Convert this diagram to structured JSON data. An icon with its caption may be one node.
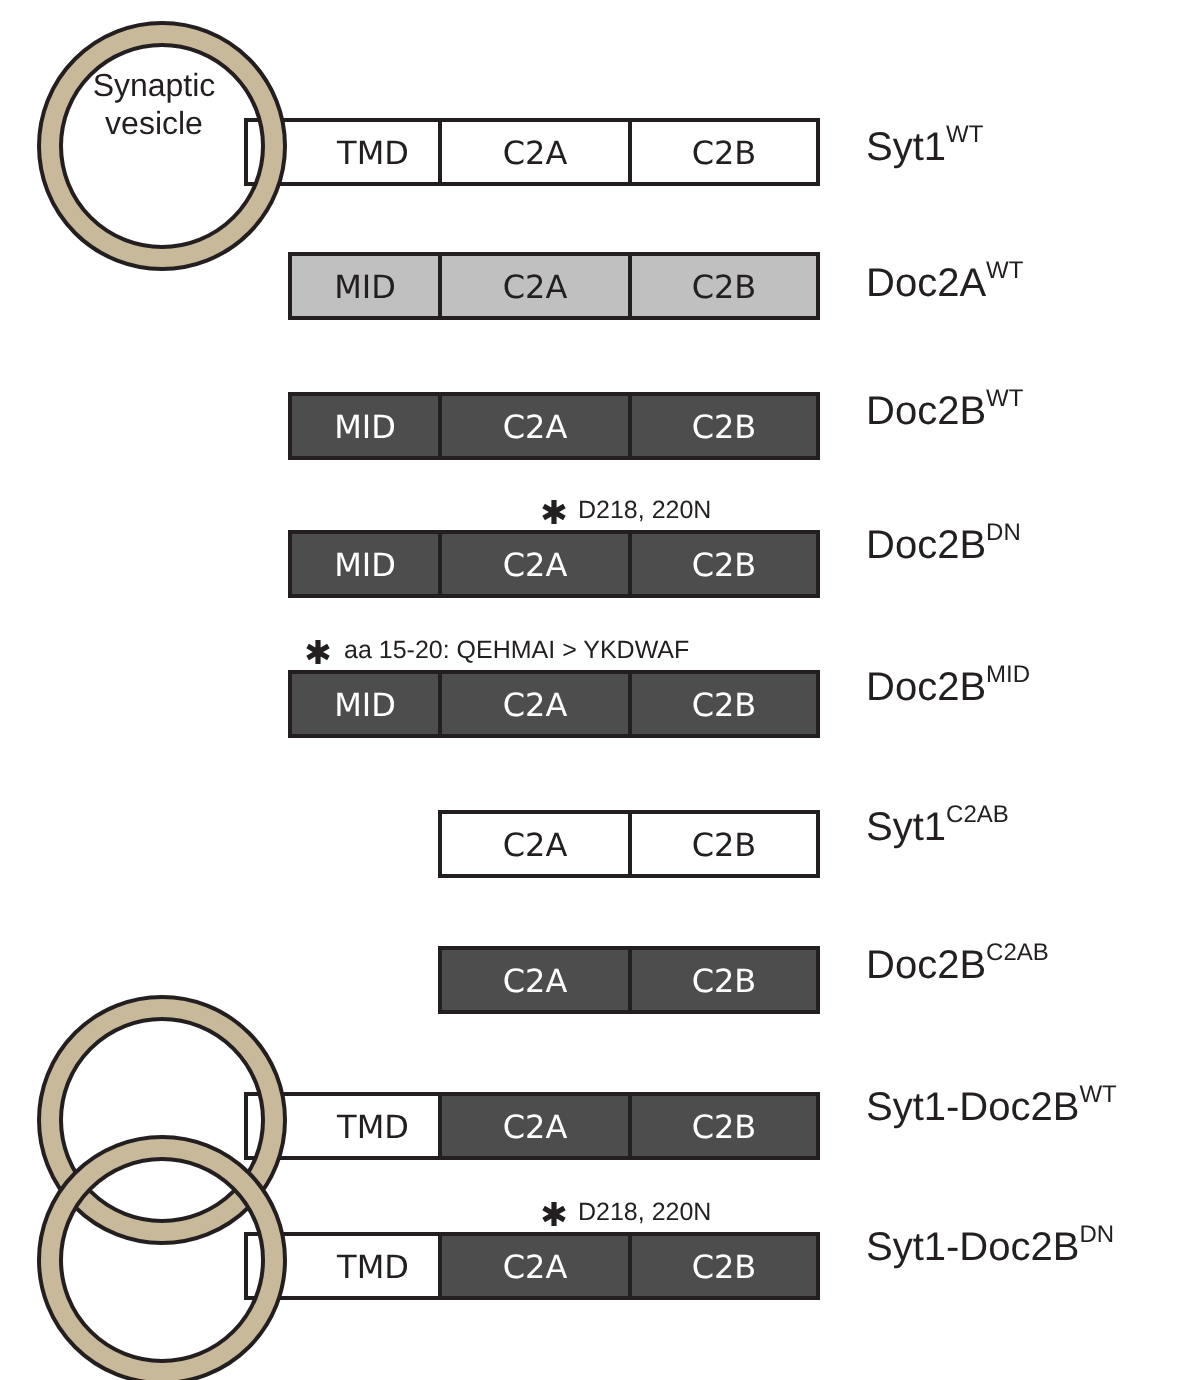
{
  "diagram": {
    "nodes": [
      {
        "text": [
          "Synaptic vesicle"
        ]
      },
      {
        "text": [
          "TMD"
        ]
      },
      {
        "text": [
          "C2A"
        ]
      },
      {
        "text": [
          "C2B"
        ]
      },
      {
        "text": [
          "MID"
        ]
      },
      {
        "text": [
          "C2A"
        ]
      },
      {
        "text": [
          "C2B"
        ]
      },
      {
        "text": [
          "MID"
        ]
      },
      {
        "text": [
          "C2A"
        ]
      },
      {
        "text": [
          "C2B"
        ]
      },
      {
        "text": [
          "MID"
        ]
      },
      {
        "text": [
          "C2A"
        ]
      },
      {
        "text": [
          "C2B"
        ]
      },
      {
        "text": [
          "MID"
        ]
      },
      {
        "text": [
          "C2A"
        ]
      },
      {
        "text": [
          "C2B"
        ]
      },
      {
        "text": [
          "C2A"
        ]
      },
      {
        "text": [
          "C2B"
        ]
      },
      {
        "text": [
          "C2A"
        ]
      },
      {
        "text": [
          "C2B"
        ]
      },
      {
        "text": [],
        "shape": "circle"
      },
      {
        "text": [
          "TMD"
        ]
      },
      {
        "text": [
          "C2A"
        ]
      },
      {
        "text": [
          "C2B"
        ]
      },
      {
        "text": [],
        "shape": "circle"
      },
      {
        "text": [
          "TMD"
        ]
      },
      {
        "text": [
          "C2A"
        ]
      },
      {
        "text": [
          "C2B"
        ]
      }
    ],
    "edges": [],
    "labels": [
      "Syt1$^{WT}$",
      "Doc2A$^{WT}$",
      "Doc2B$^{WT}$",
      "D218, 220N",
      "Doc2B$^{DN}$",
      "aa 15-20: QEHMAI > YKDWAF",
      "Doc2B$^{MID}$",
      "Syt1$^{C2AB}$",
      "Doc2B$^{C2AB}$",
      "Syt1-Doc2B$^{WT}$",
      "D218, 220N",
      "Syt1-Doc2B$^{DN}$"
    ]
  }
}
